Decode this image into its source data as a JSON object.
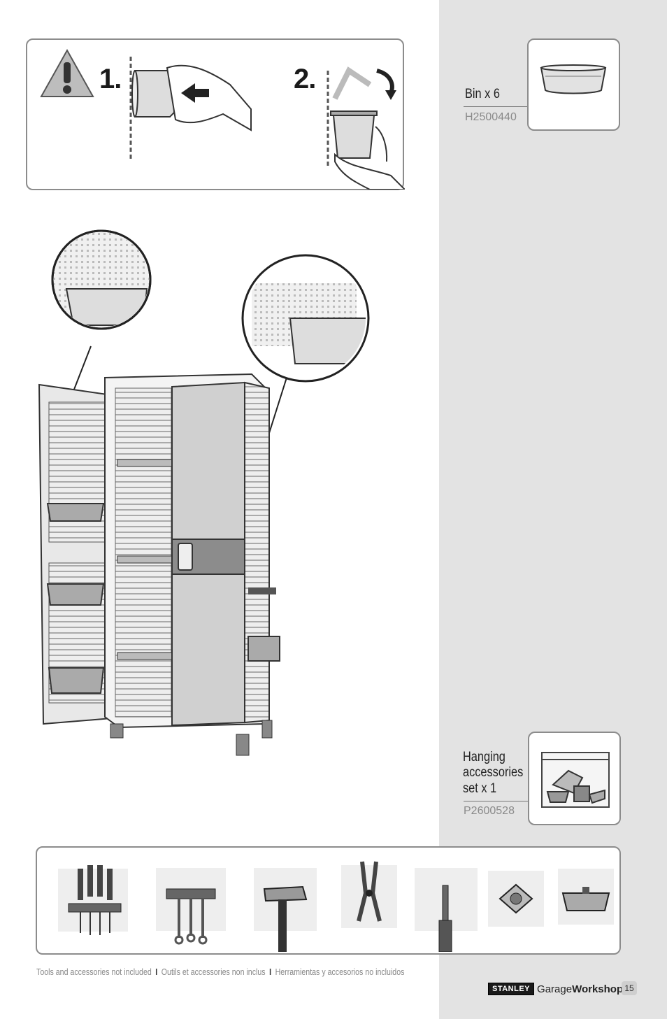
{
  "steps": {
    "step1": "1.",
    "step2": "2."
  },
  "parts": [
    {
      "label": "Bin x 6",
      "code": "H2500440"
    },
    {
      "label_line1": "Hanging",
      "label_line2": "accessories",
      "label_line3": "set x 1",
      "code": "P2600528"
    }
  ],
  "footer": {
    "note_en": "Tools and accessories not included",
    "note_fr": "Outils et accessories non inclus",
    "note_es": "Herramientas y accesorios no incluidos",
    "separator": "I",
    "brand_logo": "STANLEY",
    "brand_garage": "Garage",
    "brand_workshop": "Workshop",
    "page_number": "15"
  },
  "icons": [
    "warning-icon",
    "bin-icon",
    "accessories-bag-icon",
    "screwdriver-rack-icon",
    "wrench-holder-icon",
    "hammer-hook-icon",
    "pliers-hook-icon",
    "brush-hook-icon",
    "tape-holder-icon",
    "small-bin-icon"
  ]
}
